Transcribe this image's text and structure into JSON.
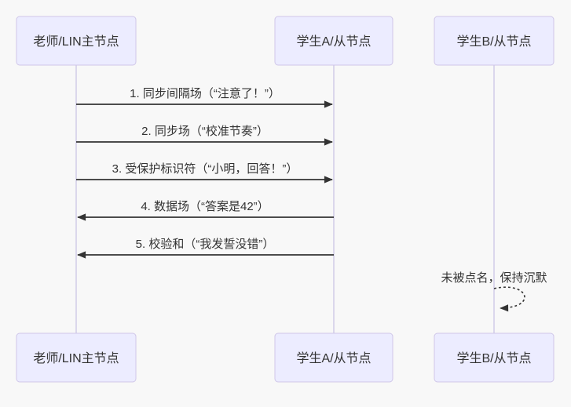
{
  "diagram": {
    "type": "sequence-diagram",
    "actors": [
      {
        "id": "lin-master",
        "label": "老师/LIN主节点"
      },
      {
        "id": "slave-a",
        "label": "学生A/从节点"
      },
      {
        "id": "slave-b",
        "label": "学生B/从节点"
      }
    ],
    "messages": [
      {
        "seq": "1",
        "from": "老师/LIN主节点",
        "to": "学生A/从节点",
        "direction": "right",
        "line": "solid",
        "label": "1. 同步间隔场（“注意了！”）"
      },
      {
        "seq": "2",
        "from": "老师/LIN主节点",
        "to": "学生A/从节点",
        "direction": "right",
        "line": "solid",
        "label": "2. 同步场（“校准节奏”）"
      },
      {
        "seq": "3",
        "from": "老师/LIN主节点",
        "to": "学生A/从节点",
        "direction": "right",
        "line": "solid",
        "label": "3. 受保护标识符（“小明，回答！”）"
      },
      {
        "seq": "4",
        "from": "学生A/从节点",
        "to": "老师/LIN主节点",
        "direction": "left",
        "line": "solid",
        "label": "4. 数据场（“答案是42”）"
      },
      {
        "seq": "5",
        "from": "学生A/从节点",
        "to": "老师/LIN主节点",
        "direction": "left",
        "line": "solid",
        "label": "5. 校验和（“我发誓没错”）"
      }
    ],
    "self_message": {
      "actor": "学生B/从节点",
      "line": "dashed",
      "label": "未被点名，保持沉默"
    },
    "colors": {
      "actor_fill": "#ECECFF",
      "actor_border": "#CFC6E8",
      "lifeline": "#CBC5E5",
      "arrow": "#333333",
      "text": "#333333",
      "background": "#F8F8F8"
    }
  }
}
